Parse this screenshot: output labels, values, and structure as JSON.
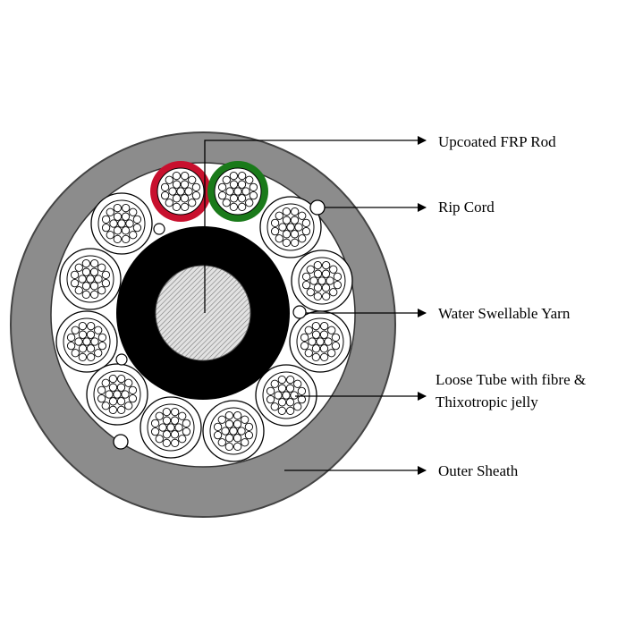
{
  "labels": {
    "frp_rod": "Upcoated FRP Rod",
    "rip_cord": "Rip Cord",
    "water_yarn": "Water Swellable Yarn",
    "loose_tube_line1": "Loose Tube with fibre &",
    "loose_tube_line2": "Thixotropic jelly",
    "outer_sheath": "Outer Sheath"
  },
  "colors": {
    "outer_sheath": "#8c8c8c",
    "inner_core": "#ffffff",
    "frp_upcoat": "#000000",
    "frp_rod": "#cfcfcf",
    "tube_red": "#c8102e",
    "tube_green": "#1a7a1a",
    "line": "#000000"
  }
}
